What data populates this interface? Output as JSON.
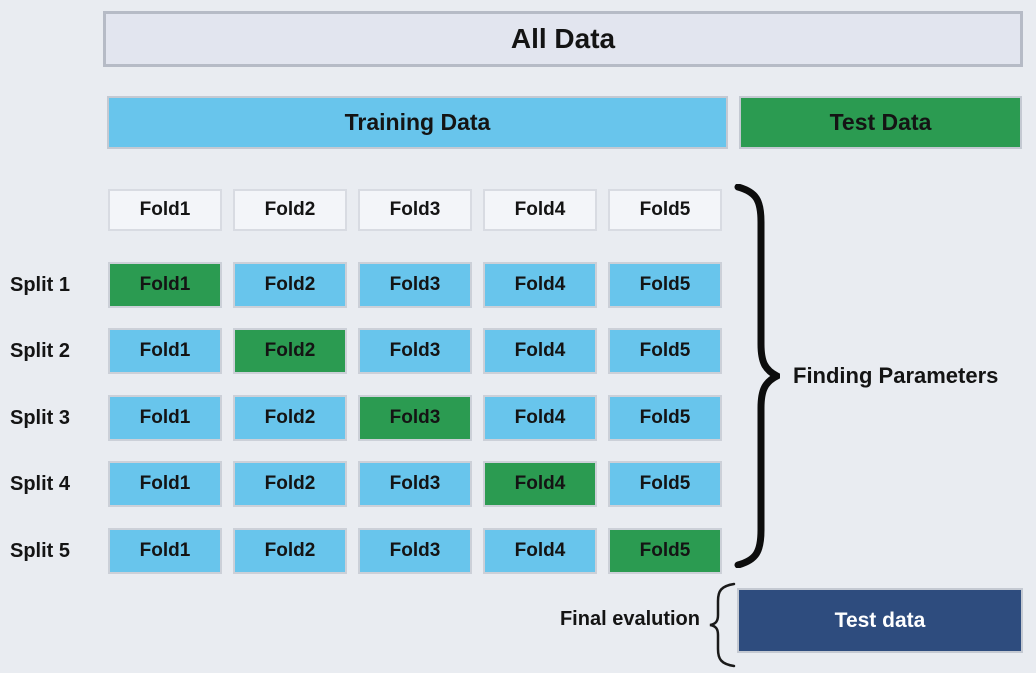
{
  "colors": {
    "background": "#e9ecf1",
    "all_data_fill": "#e2e5ef",
    "training_blue": "#68c5ec",
    "test_green": "#2b9b51",
    "final_test_navy": "#2e4c7e",
    "header_fold_fill": "#f3f5f9",
    "border_gray": "#c4c9d2",
    "text_dark": "#141414",
    "text_white": "#ffffff"
  },
  "top": {
    "all_data_label": "All Data",
    "training_label": "Training Data",
    "test_label": "Test Data"
  },
  "fold_header": [
    "Fold1",
    "Fold2",
    "Fold3",
    "Fold4",
    "Fold5"
  ],
  "splits": [
    {
      "label": "Split 1",
      "test_fold_index": 0,
      "cells": [
        "Fold1",
        "Fold2",
        "Fold3",
        "Fold4",
        "Fold5"
      ]
    },
    {
      "label": "Split 2",
      "test_fold_index": 1,
      "cells": [
        "Fold1",
        "Fold2",
        "Fold3",
        "Fold4",
        "Fold5"
      ]
    },
    {
      "label": "Split 3",
      "test_fold_index": 2,
      "cells": [
        "Fold1",
        "Fold2",
        "Fold3",
        "Fold4",
        "Fold5"
      ]
    },
    {
      "label": "Split 4",
      "test_fold_index": 3,
      "cells": [
        "Fold1",
        "Fold2",
        "Fold3",
        "Fold4",
        "Fold5"
      ]
    },
    {
      "label": "Split 5",
      "test_fold_index": 4,
      "cells": [
        "Fold1",
        "Fold2",
        "Fold3",
        "Fold4",
        "Fold5"
      ]
    }
  ],
  "annotations": {
    "finding_parameters": "Finding Parameters",
    "final_evaluation": "Final evalution",
    "final_test_label": "Test data"
  }
}
